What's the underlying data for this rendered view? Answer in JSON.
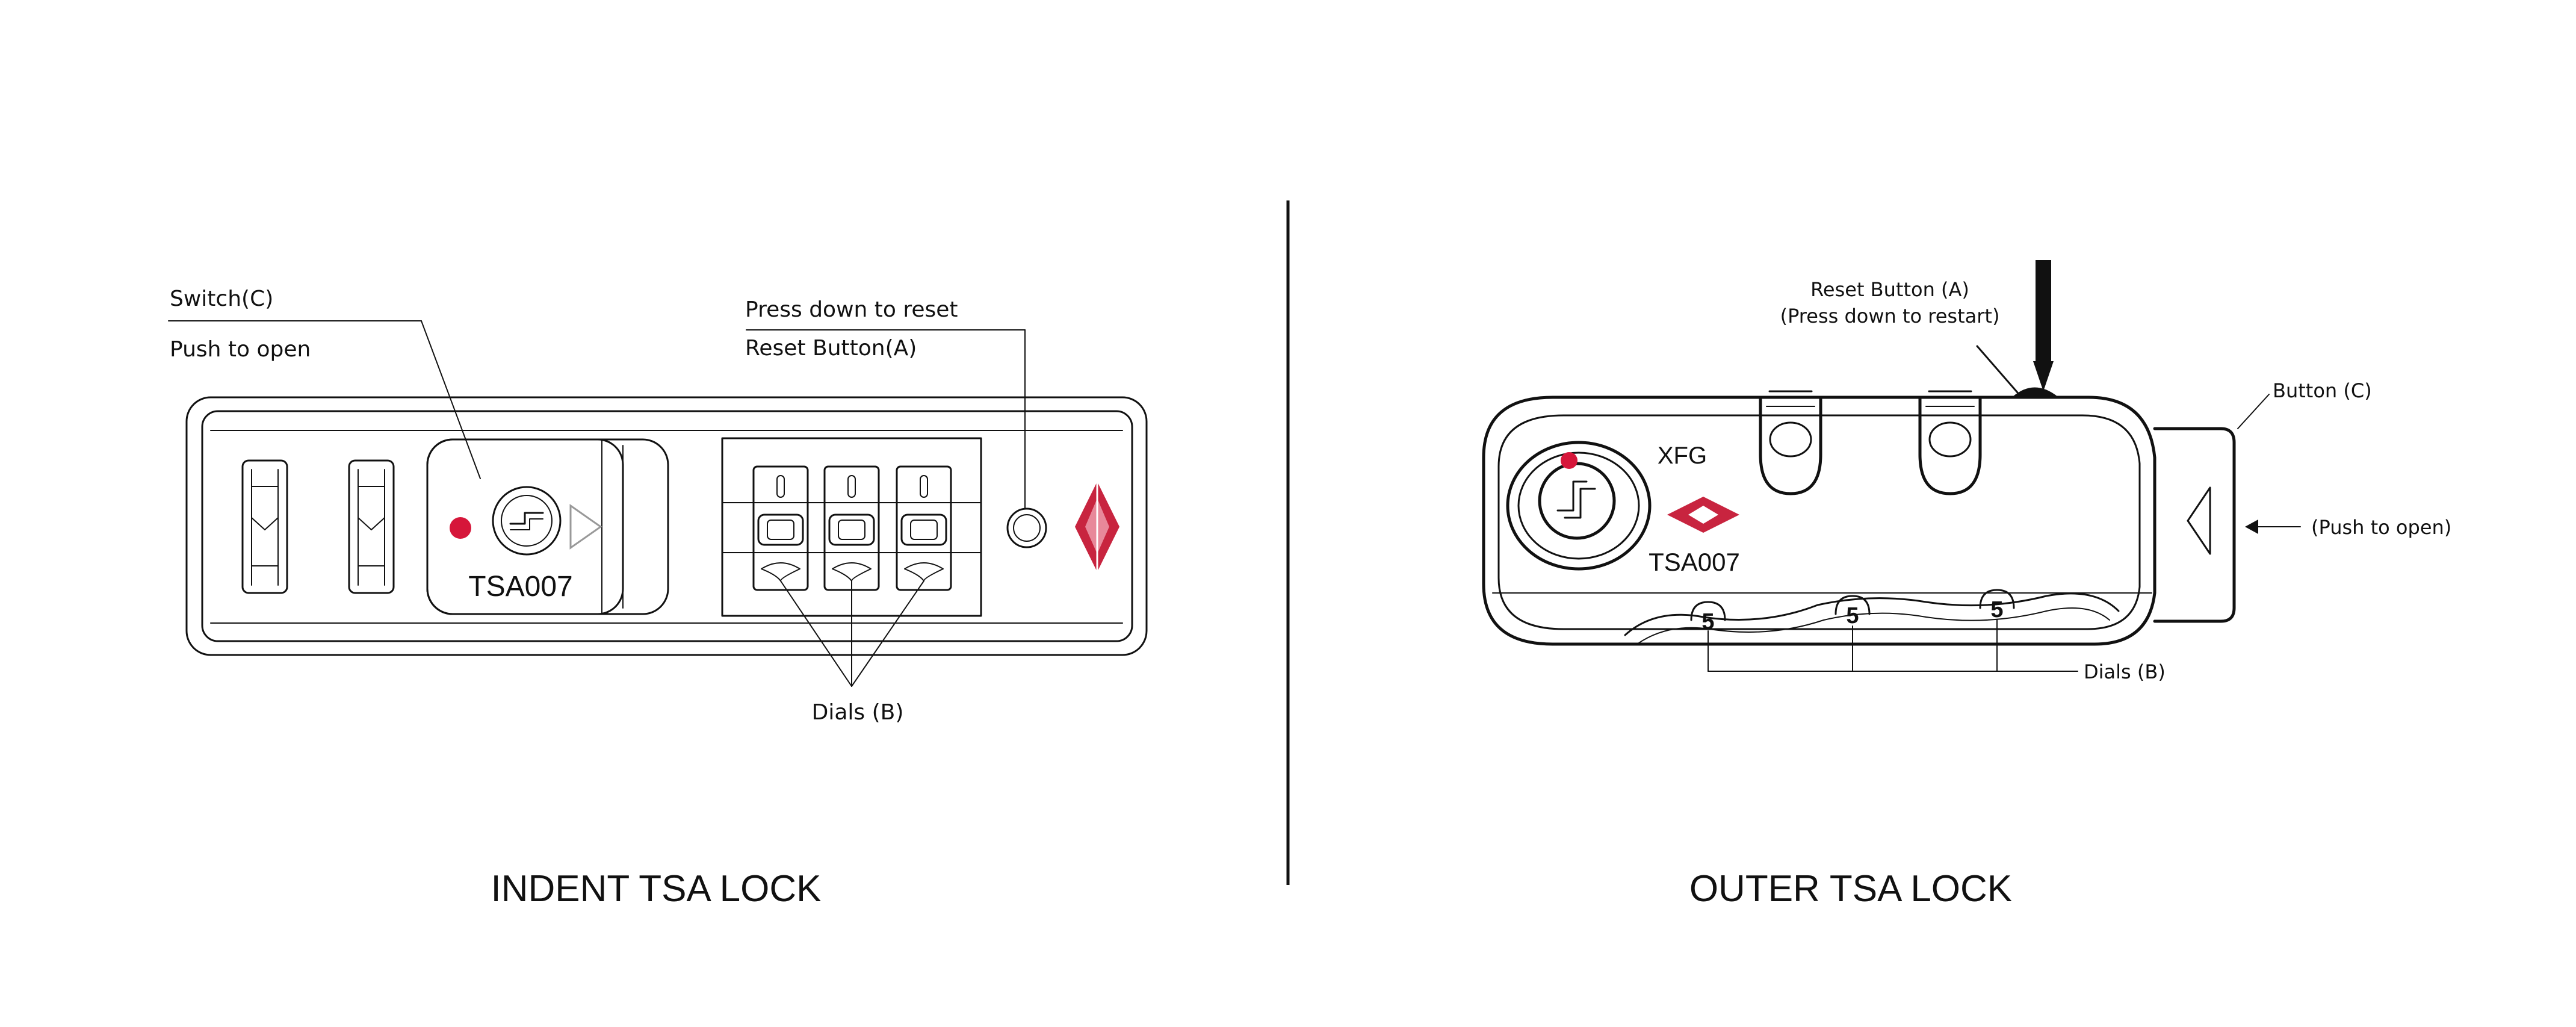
{
  "indent_lock": {
    "title": "INDENT TSA LOCK",
    "switch_label": "Switch(C)",
    "push_label": "Push to open",
    "press_label": "Press down to reset",
    "reset_label": "Reset Button(A)",
    "dials_label": "Dials (B)",
    "model_text": "TSA007"
  },
  "outer_lock": {
    "title": "OUTER TSA LOCK",
    "reset_label": "Reset Button (A)",
    "press_label": "(Press down to restart)",
    "button_label": "Button (C)",
    "push_label": "(Push to open)",
    "dials_label": "Dials (B)",
    "brand_text": "XFG",
    "model_text": "TSA007",
    "dial_digits": [
      "5",
      "5",
      "5"
    ]
  },
  "colors": {
    "line": "#111111",
    "accent_red": "#d6163a",
    "logo_red": "#c8243f"
  }
}
